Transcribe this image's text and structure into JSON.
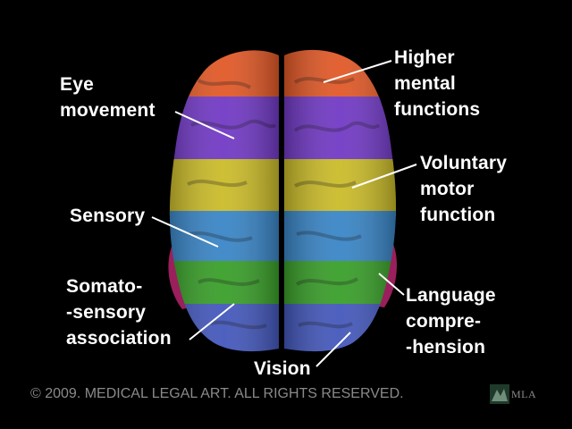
{
  "labels": {
    "higher_mental": [
      "Higher",
      "mental",
      "functions"
    ],
    "eye_movement": [
      "Eye",
      "movement"
    ],
    "voluntary_motor": [
      "Voluntary",
      "motor",
      "function"
    ],
    "sensory": [
      "Sensory"
    ],
    "somatosensory": [
      "Somato-",
      "-sensory",
      "association"
    ],
    "language": [
      "Language",
      "compre-",
      "-hension"
    ],
    "vision": [
      "Vision"
    ]
  },
  "copyright": "© 2009. MEDICAL LEGAL ART. ALL RIGHTS RESERVED.",
  "logo": {
    "text": "MLA",
    "icon": "mla-logo-icon"
  },
  "colors": {
    "background": "#000000",
    "frontal_orange": "#e0501c",
    "motor_purple": "#6a2fc2",
    "sensory_yellow": "#c8b81e",
    "sensory_blue": "#2f7fc4",
    "association_green": "#2f9a1e",
    "occipital_blue": "#3a4fb8",
    "temporal_magenta": "#9a1f5c",
    "label_text": "#ffffff",
    "copyright_text": "#8a8a8a"
  }
}
